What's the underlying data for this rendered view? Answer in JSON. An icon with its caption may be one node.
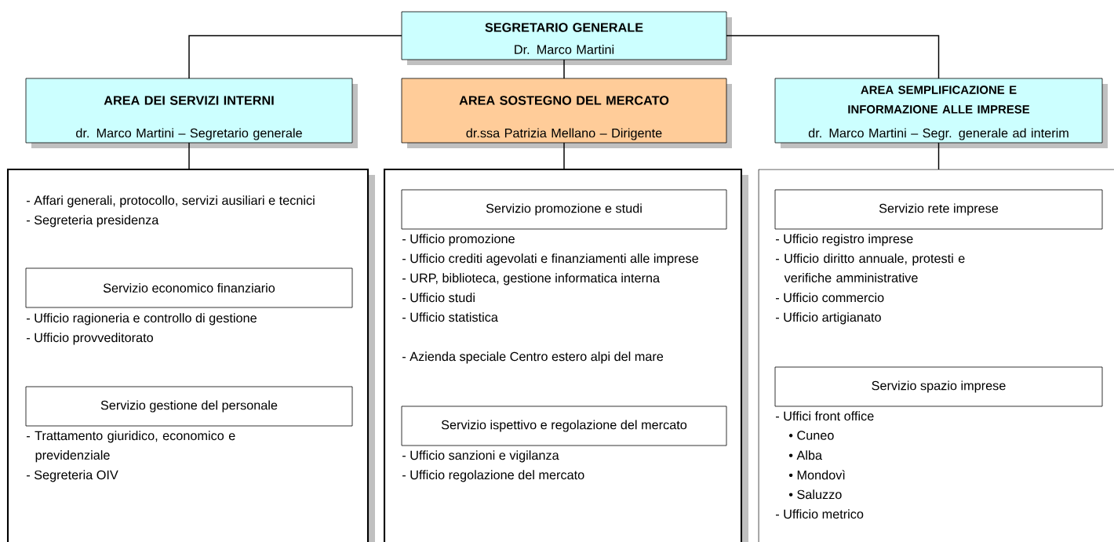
{
  "diagram": {
    "nodes": [
      {
        "text": [
          "SEGRETARIO GENERALE",
          "Dr. Marco Martini"
        ]
      },
      {
        "text": [
          "AREA DEI SERVIZI INTERNI",
          "dr. Marco Martini – Segretario generale"
        ]
      },
      {
        "text": [
          "AREA SOSTEGNO DEL MERCATO",
          "dr.ssa Patrizia Mellano – Dirigente"
        ]
      },
      {
        "text": [
          "AREA SEMPLIFICAZIONE E INFORMAZIONE ALLE IMPRESE",
          "dr. Marco Martini – Segr. generale ad interim"
        ]
      },
      {
        "text": [
          "- Affari generali, protocollo, servizi ausiliari e tecnici",
          "- Segreteria presidenza"
        ]
      },
      {
        "text": [
          "Servizio economico finanziario"
        ],
        "in": 4,
        "beside": [
          "- Ufficio ragioneria e controllo di gestione",
          "- Ufficio provveditorato"
        ]
      },
      {
        "text": [
          "Servizio gestione del personale"
        ],
        "in": 4,
        "beside": [
          "- Trattamento giuridico, economico e previdenziale",
          "- Segreteria OIV"
        ]
      },
      {
        "text": [
          "- Azienda speciale Centro estero alpi del mare"
        ]
      },
      {
        "text": [
          "Servizio promozione e studi"
        ],
        "in": 7,
        "beside": [
          "- Ufficio promozione",
          "- Ufficio crediti agevolati e finanziamenti alle imprese",
          "- URP, biblioteca, gestione informatica interna",
          "- Ufficio studi",
          "- Ufficio statistica"
        ]
      },
      {
        "text": [
          "Servizio ispettivo e regolazione  del mercato"
        ],
        "in": 7,
        "beside": [
          "- Ufficio sanzioni e  vigilanza",
          "- Ufficio regolazione del mercato"
        ]
      },
      {
        "text": [],
        "shape": "box"
      },
      {
        "text": [
          "Servizio rete imprese"
        ],
        "in": 10,
        "beside": [
          "- Ufficio registro imprese",
          "- Ufficio diritto annuale, protesti e verifiche amministrative",
          "- Ufficio commercio",
          "- Ufficio artigianato"
        ]
      },
      {
        "text": [
          "Servizio spazio imprese"
        ],
        "in": 10,
        "beside": [
          "- Uffici front office",
          "• Cuneo",
          "• Alba",
          "• Mondovì",
          "• Saluzzo",
          "- Ufficio metrico"
        ]
      }
    ],
    "edges": [
      {
        "from": 0,
        "to": 1,
        "arrow": "none"
      },
      {
        "from": 0,
        "to": 2,
        "arrow": "none"
      },
      {
        "from": 0,
        "to": 3,
        "arrow": "none"
      },
      {
        "from": 1,
        "to": 4,
        "arrow": "none"
      },
      {
        "from": 2,
        "to": 7,
        "arrow": "none"
      },
      {
        "from": 3,
        "to": 10,
        "arrow": "none"
      }
    ]
  }
}
